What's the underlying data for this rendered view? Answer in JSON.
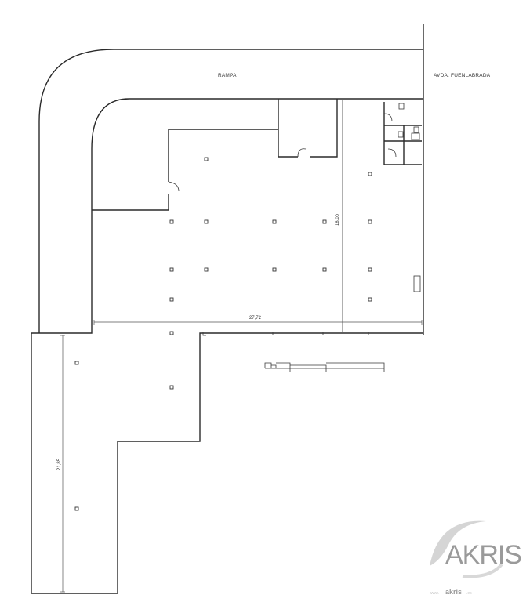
{
  "labels": {
    "street_ramp": "RAMPA",
    "street_avenue": "AVDA. FUENLABRADA"
  },
  "dimensions": {
    "width": "27,72",
    "depth": "18,00",
    "side": "21,85"
  },
  "logo": {
    "wordmark": "AKRIS",
    "subtext": "akris",
    "prefix": "www.",
    "suffix": ".es",
    "color": "#9a9a9a"
  },
  "colors": {
    "lines": "#2a2a2a",
    "background": "#ffffff"
  }
}
